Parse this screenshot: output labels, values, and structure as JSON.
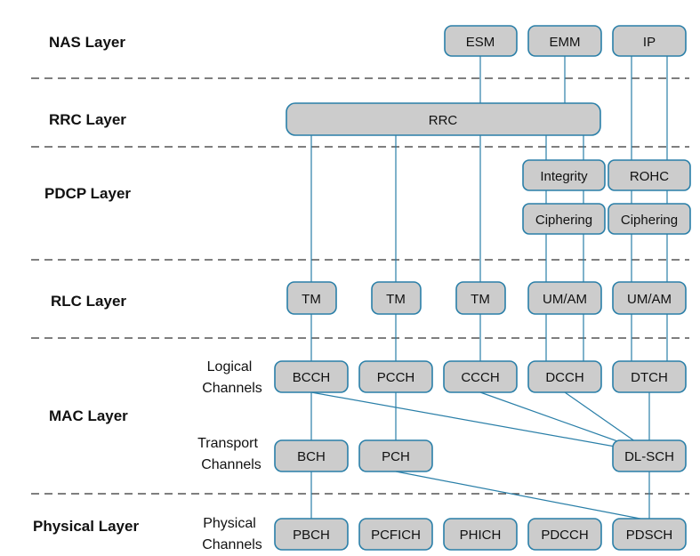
{
  "layers": {
    "nas": "NAS Layer",
    "rrc": "RRC Layer",
    "pdcp": "PDCP Layer",
    "rlc": "RLC Layer",
    "mac": "MAC Layer",
    "phy": "Physical Layer"
  },
  "sublabels": {
    "logical_1": "Logical",
    "logical_2": "Channels",
    "transport_1": "Transport",
    "transport_2": "Channels",
    "physical_1": "Physical",
    "physical_2": "Channels"
  },
  "nodes": {
    "esm": "ESM",
    "emm": "EMM",
    "ip": "IP",
    "rrc": "RRC",
    "integrity": "Integrity",
    "rohc": "ROHC",
    "ciphering_1": "Ciphering",
    "ciphering_2": "Ciphering",
    "tm_1": "TM",
    "tm_2": "TM",
    "tm_3": "TM",
    "umam_1": "UM/AM",
    "umam_2": "UM/AM",
    "bcch": "BCCH",
    "pcch": "PCCH",
    "ccch": "CCCH",
    "dcch": "DCCH",
    "dtch": "DTCH",
    "bch": "BCH",
    "pch": "PCH",
    "dlsch": "DL-SCH",
    "pbch": "PBCH",
    "pcfich": "PCFICH",
    "phich": "PHICH",
    "pdcch": "PDCCH",
    "pdsch": "PDSCH"
  },
  "colors": {
    "box_fill": "#cccccc",
    "box_border": "#2a7fa8",
    "line": "#2a7fa8"
  }
}
